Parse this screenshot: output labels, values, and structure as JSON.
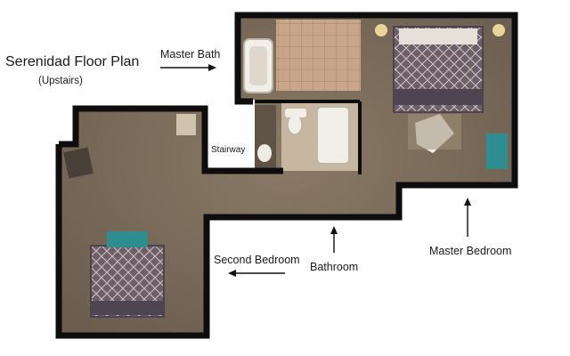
{
  "plan": {
    "title": "Serenidad Floor Plan",
    "subtitle": "(Upstairs)"
  },
  "rooms": {
    "master_bath": "Master Bath",
    "stairway": "Stairway",
    "second_bedroom": "Second Bedroom",
    "bathroom": "Bathroom",
    "master_bedroom": "Master Bedroom"
  },
  "colors": {
    "wall": "#0d0d0d",
    "floor": "#7b6d5b",
    "tile": "#c9a58a",
    "rug": "#a08f7a",
    "bedding": "#6e5e6a",
    "teal": "#2e8e8f",
    "fixture": "#f2efe9"
  }
}
